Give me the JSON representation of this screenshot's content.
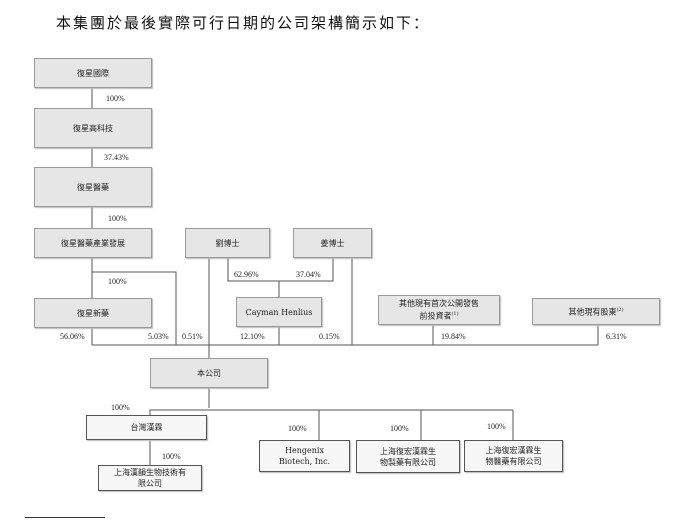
{
  "title": "本集團於最後實際可行日期的公司架構簡示如下：",
  "entities": {
    "fosun_intl": "復星國際",
    "fosun_hightech": "復星高科技",
    "fosun_pharma": "復星醫藥",
    "fosun_industrial": "復星醫藥產業發展",
    "dr_liu": "劉博士",
    "dr_jiang": "姜博士",
    "fosun_newmed": "復星新藥",
    "cayman_henlius": "Cayman Henlius",
    "pre_ipo_investors": "其他現有首次公開發售前投資者",
    "pre_ipo_note": "(1)",
    "other_shareholders": "其他現有股東",
    "other_note": "(2)",
    "company": "本公司",
    "taiwan_henlius": "台灣漢霖",
    "shanghai_hanyun": "上海漢韻生物技術有限公司",
    "hengenix": "Hengenix Biotech, Inc.",
    "henlius_pharma_mfg": "上海復宏漢霖生物製藥有限公司",
    "henlius_pharma_med": "上海復宏漢霖生物醫藥有限公司"
  },
  "percentages": {
    "intl_to_hightech": "100%",
    "hightech_to_pharma": "37.43%",
    "pharma_to_industrial": "100%",
    "industrial_to_newmed": "100%",
    "liu_to_cayman": "62.96%",
    "jiang_to_cayman": "37.04%",
    "newmed_to_company": "56.06%",
    "industrial_to_company": "5.03%",
    "liu_to_company": "0.51%",
    "cayman_to_company": "12.10%",
    "jiang_to_company": "0.15%",
    "pre_ipo_to_company": "19.84%",
    "other_to_company": "6.31%",
    "company_to_taiwan": "100%",
    "taiwan_to_hanyun": "100%",
    "company_to_hengenix": "100%",
    "company_to_mfg": "100%",
    "company_to_med": "100%"
  }
}
